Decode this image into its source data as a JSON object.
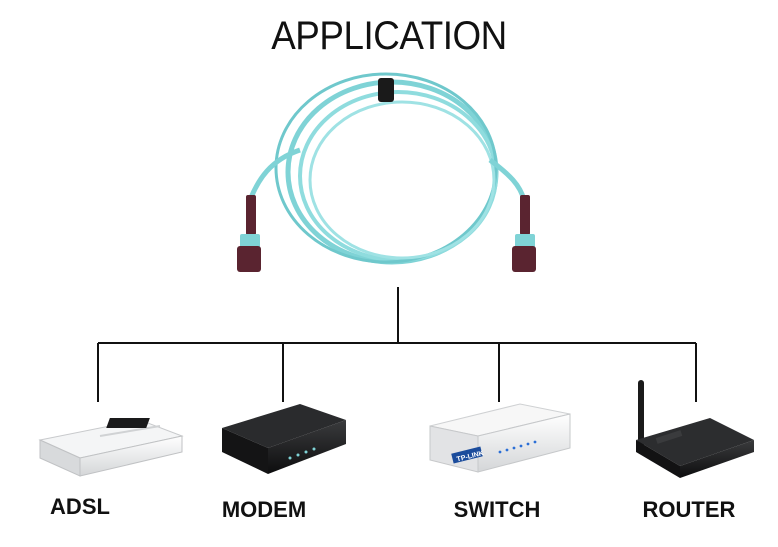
{
  "title": "APPLICATION",
  "devices": [
    {
      "label": "ADSL"
    },
    {
      "label": "MODEM"
    },
    {
      "label": "SWITCH"
    },
    {
      "label": "ROUTER"
    }
  ],
  "colors": {
    "cable": "#7fd3d6",
    "connector": "#5a2430",
    "line": "#111111"
  },
  "brand_text": "TP-LINK"
}
